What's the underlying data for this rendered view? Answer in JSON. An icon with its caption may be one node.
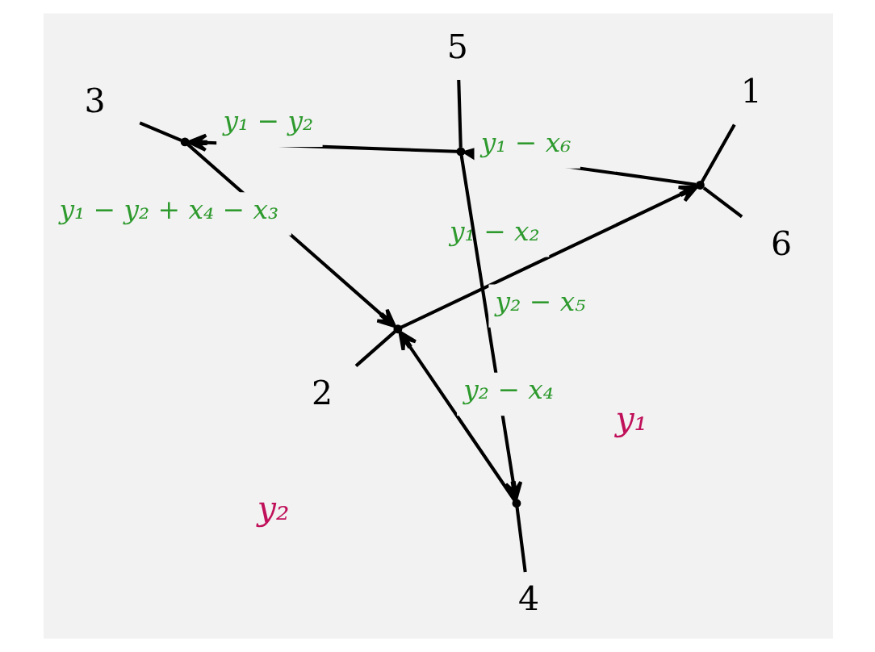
{
  "diagram": {
    "nodes": [
      {
        "text": [
          "1"
        ]
      },
      {
        "text": [
          "2"
        ]
      },
      {
        "text": [
          "3"
        ]
      },
      {
        "text": [
          "4"
        ]
      },
      {
        "text": [
          "5"
        ]
      },
      {
        "text": [
          "6"
        ]
      },
      {
        "text": [],
        "shape": "point"
      },
      {
        "text": [],
        "shape": "point"
      },
      {
        "text": [],
        "shape": "point"
      },
      {
        "text": [],
        "shape": "point"
      },
      {
        "text": [],
        "shape": "point"
      }
    ],
    "edges": [
      {
        "from": 0,
        "to": 6,
        "arrow": "none"
      },
      {
        "from": 5,
        "to": 6,
        "arrow": "none"
      },
      {
        "from": 7,
        "to": 6,
        "arrow": "to",
        "label": "y₁ − x₂"
      },
      {
        "from": 6,
        "to": 8,
        "arrow": "to",
        "label": "y₁ − x₆"
      },
      {
        "from": 1,
        "to": 7,
        "arrow": "none"
      },
      {
        "from": 9,
        "to": 7,
        "arrow": "to",
        "label": "y₁ − y₂ + x₄ − x₃"
      },
      {
        "from": 9,
        "to": 2,
        "arrow": "none"
      },
      {
        "from": 8,
        "to": 9,
        "arrow": "to",
        "label": "y₁ − y₂"
      },
      {
        "from": 4,
        "to": 8,
        "arrow": "none"
      },
      {
        "from": 10,
        "to": 7,
        "arrow": "to",
        "label": "y₂ − x₄"
      },
      {
        "from": 8,
        "to": 10,
        "arrow": "to",
        "label": "y₂ − x₅"
      },
      {
        "from": 10,
        "to": 3,
        "arrow": "none"
      }
    ],
    "labels": [
      "y₁",
      "y₂"
    ]
  }
}
